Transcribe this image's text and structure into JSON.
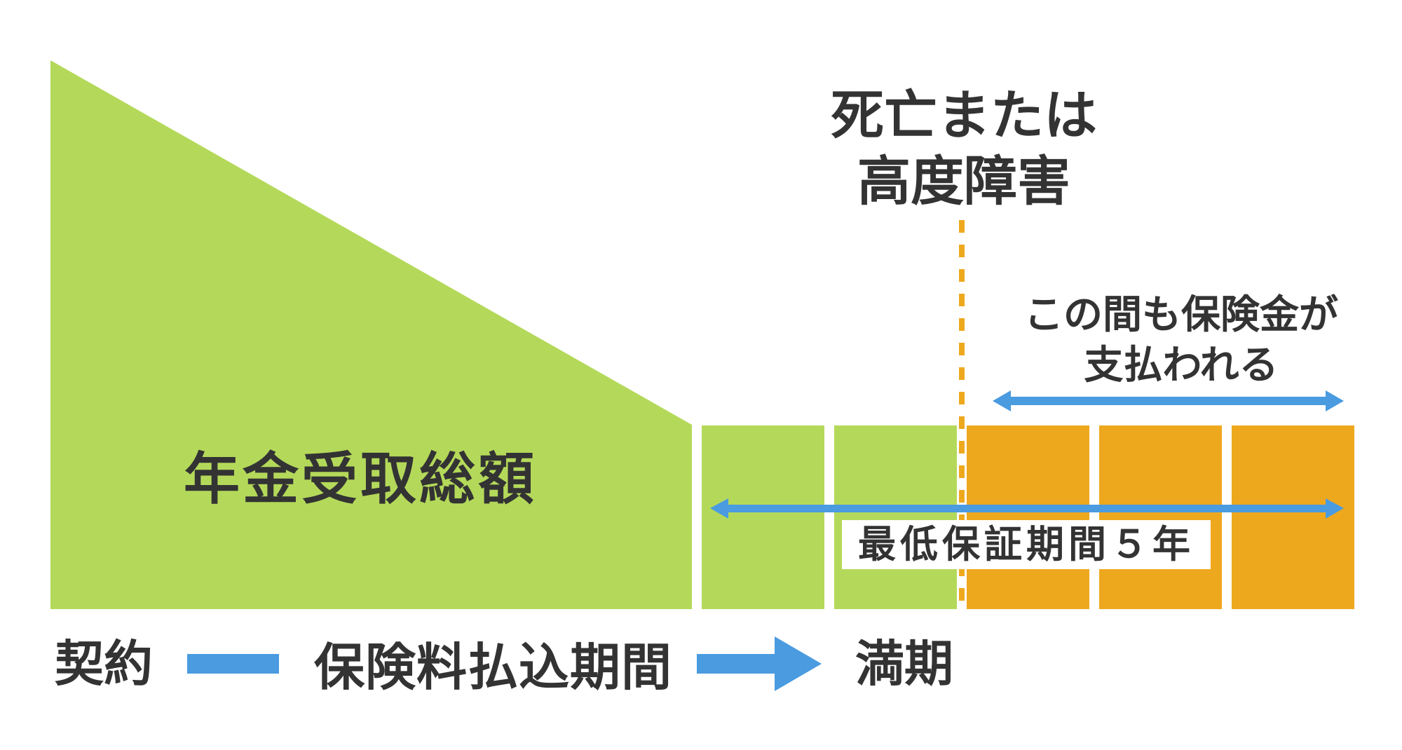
{
  "colors": {
    "annuity_green": "#b4d95a",
    "benefit_orange": "#eea81e",
    "arrow_blue": "#4a9be0",
    "text_dark": "#333333",
    "background": "#ffffff"
  },
  "labels": {
    "annuity_total": "年金受取総額",
    "event_line1": "死亡または",
    "event_line2": "高度障害",
    "paid_during_line1": "この間も保険金が",
    "paid_during_line2": "支払われる",
    "minimum_guarantee": "最低保証期間５年"
  },
  "timeline": {
    "start": "契約",
    "middle": "保険料払込期間",
    "end": "満期"
  },
  "guarantee_periods": {
    "total_years": 5,
    "years_received_before_event": 2,
    "years_paid_after_event": 3
  }
}
